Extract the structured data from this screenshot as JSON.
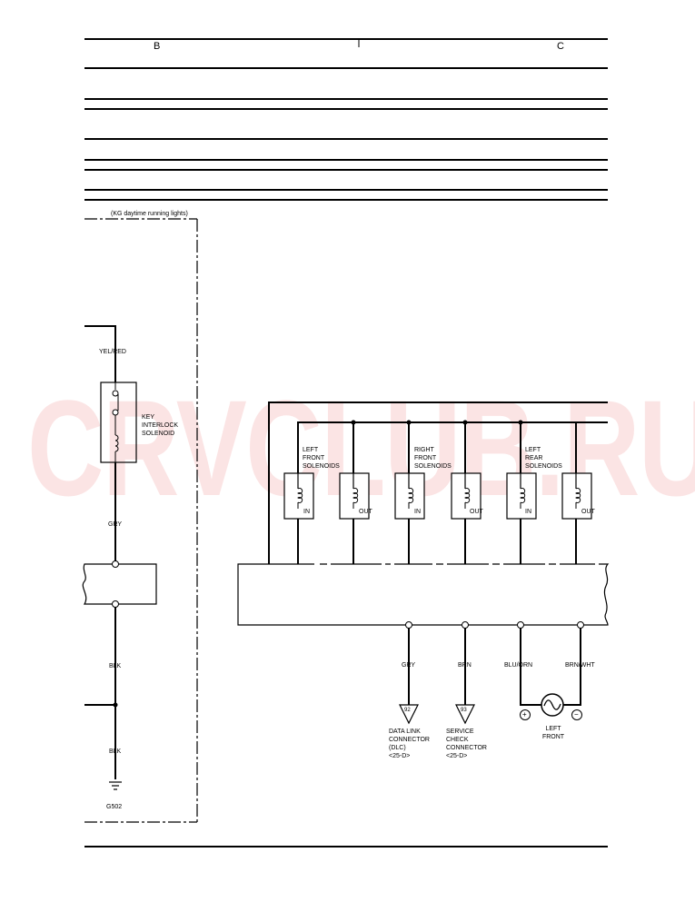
{
  "header": {
    "col_b": "B",
    "col_c": "C"
  },
  "watermark": "CRVCLUB.RU",
  "dashed_box_label": "(KG daytime running lights)",
  "key_interlock": {
    "wire_top": "YEL/RED",
    "solenoid_label": [
      "KEY",
      "INTERLOCK",
      "SOLENOID"
    ],
    "wire_bottom": "GRY",
    "ground_wire_1": "BLK",
    "ground_wire_2": "BLK",
    "ground_id": "G502"
  },
  "solenoid_groups": [
    {
      "label": [
        "LEFT",
        "FRONT",
        "SOLENOIDS"
      ]
    },
    {
      "label": [
        "RIGHT",
        "FRONT",
        "SOLENOIDS"
      ]
    },
    {
      "label": [
        "LEFT",
        "REAR",
        "SOLENOIDS"
      ]
    }
  ],
  "solenoid_tags": [
    "IN",
    "OUT",
    "IN",
    "OUT",
    "IN",
    "OUT"
  ],
  "outputs": [
    {
      "wire": "GRY",
      "connector_num": "92",
      "label": [
        "DATA LINK",
        "CONNECTOR",
        "(DLC)",
        "<25-D>"
      ]
    },
    {
      "wire": "BRN",
      "connector_num": "93",
      "label": [
        "SERVICE",
        "CHECK",
        "CONNECTOR",
        "<25-D>"
      ]
    }
  ],
  "sensor": {
    "wire_left": "BLU/ORN",
    "wire_right": "BRN/WHT",
    "plus": "+",
    "minus": "−",
    "label": [
      "LEFT",
      "FRONT"
    ]
  }
}
